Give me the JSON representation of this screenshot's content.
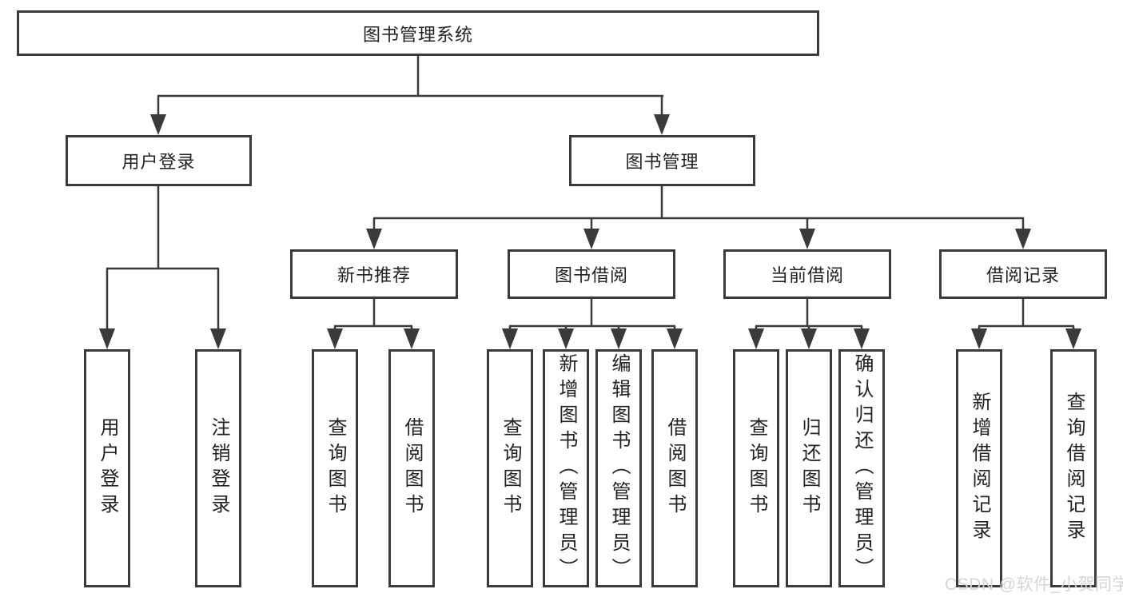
{
  "diagram": {
    "root": "图书管理系统",
    "branches": [
      {
        "label": "用户登录",
        "children": [
          "用户登录",
          "注销登录"
        ]
      },
      {
        "label": "图书管理",
        "sections": [
          {
            "label": "新书推荐",
            "children": [
              "查询图书",
              "借阅图书"
            ]
          },
          {
            "label": "图书借阅",
            "children": [
              "查询图书",
              "新增图书（管理员）",
              "编辑图书（管理员）",
              "借阅图书"
            ]
          },
          {
            "label": "当前借阅",
            "children": [
              "查询图书",
              "归还图书",
              "确认归还（管理员）"
            ]
          },
          {
            "label": "借阅记录",
            "children": [
              "新增借阅记录",
              "查询借阅记录"
            ]
          }
        ]
      }
    ]
  },
  "watermark": {
    "text": "CSDN @软件_小贺同学"
  },
  "colors": {
    "line": "#3a3a3a",
    "border": "#3a3a3a",
    "text": "#222222",
    "background": "#ffffff",
    "watermark": "#d6d6d6"
  }
}
